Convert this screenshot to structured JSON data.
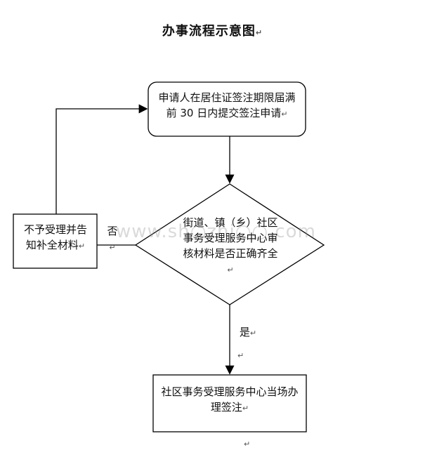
{
  "title": "办事流程示意图",
  "nodes": {
    "apply": "申请人在居住证签注期限届满前 30 日内提交签注申请",
    "review": "街道、镇（乡）社区事务受理服务中心审核材料是否正确齐全",
    "reject": "不予受理并告知补全材料",
    "approve": "社区事务受理服务中心当场办理签注"
  },
  "edges": {
    "no_label": "否",
    "yes_label": "是"
  },
  "watermark": "www.sh○zhi○○.com"
}
